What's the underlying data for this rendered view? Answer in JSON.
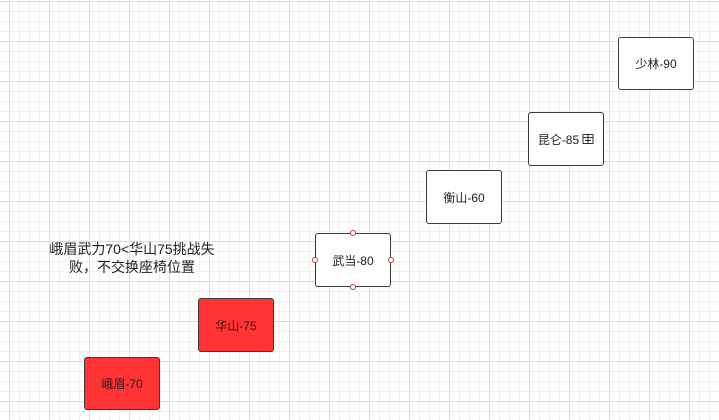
{
  "diagram": {
    "nodes": [
      {
        "id": "emei",
        "label": "峨眉-70",
        "fill": "#ff3333"
      },
      {
        "id": "huashan",
        "label": "华山-75",
        "fill": "#ff3333"
      },
      {
        "id": "wudang",
        "label": "武当-80",
        "fill": "#ffffff",
        "selected": true
      },
      {
        "id": "hengshan",
        "label": "衡山-60",
        "fill": "#ffffff"
      },
      {
        "id": "kunlun",
        "label": "昆仑-85",
        "fill": "#ffffff",
        "icon": "image-icon"
      },
      {
        "id": "shaolin",
        "label": "少林-90",
        "fill": "#ffffff"
      }
    ],
    "note": "峨眉武力70<华山75挑战失败，不交换座椅位置"
  }
}
